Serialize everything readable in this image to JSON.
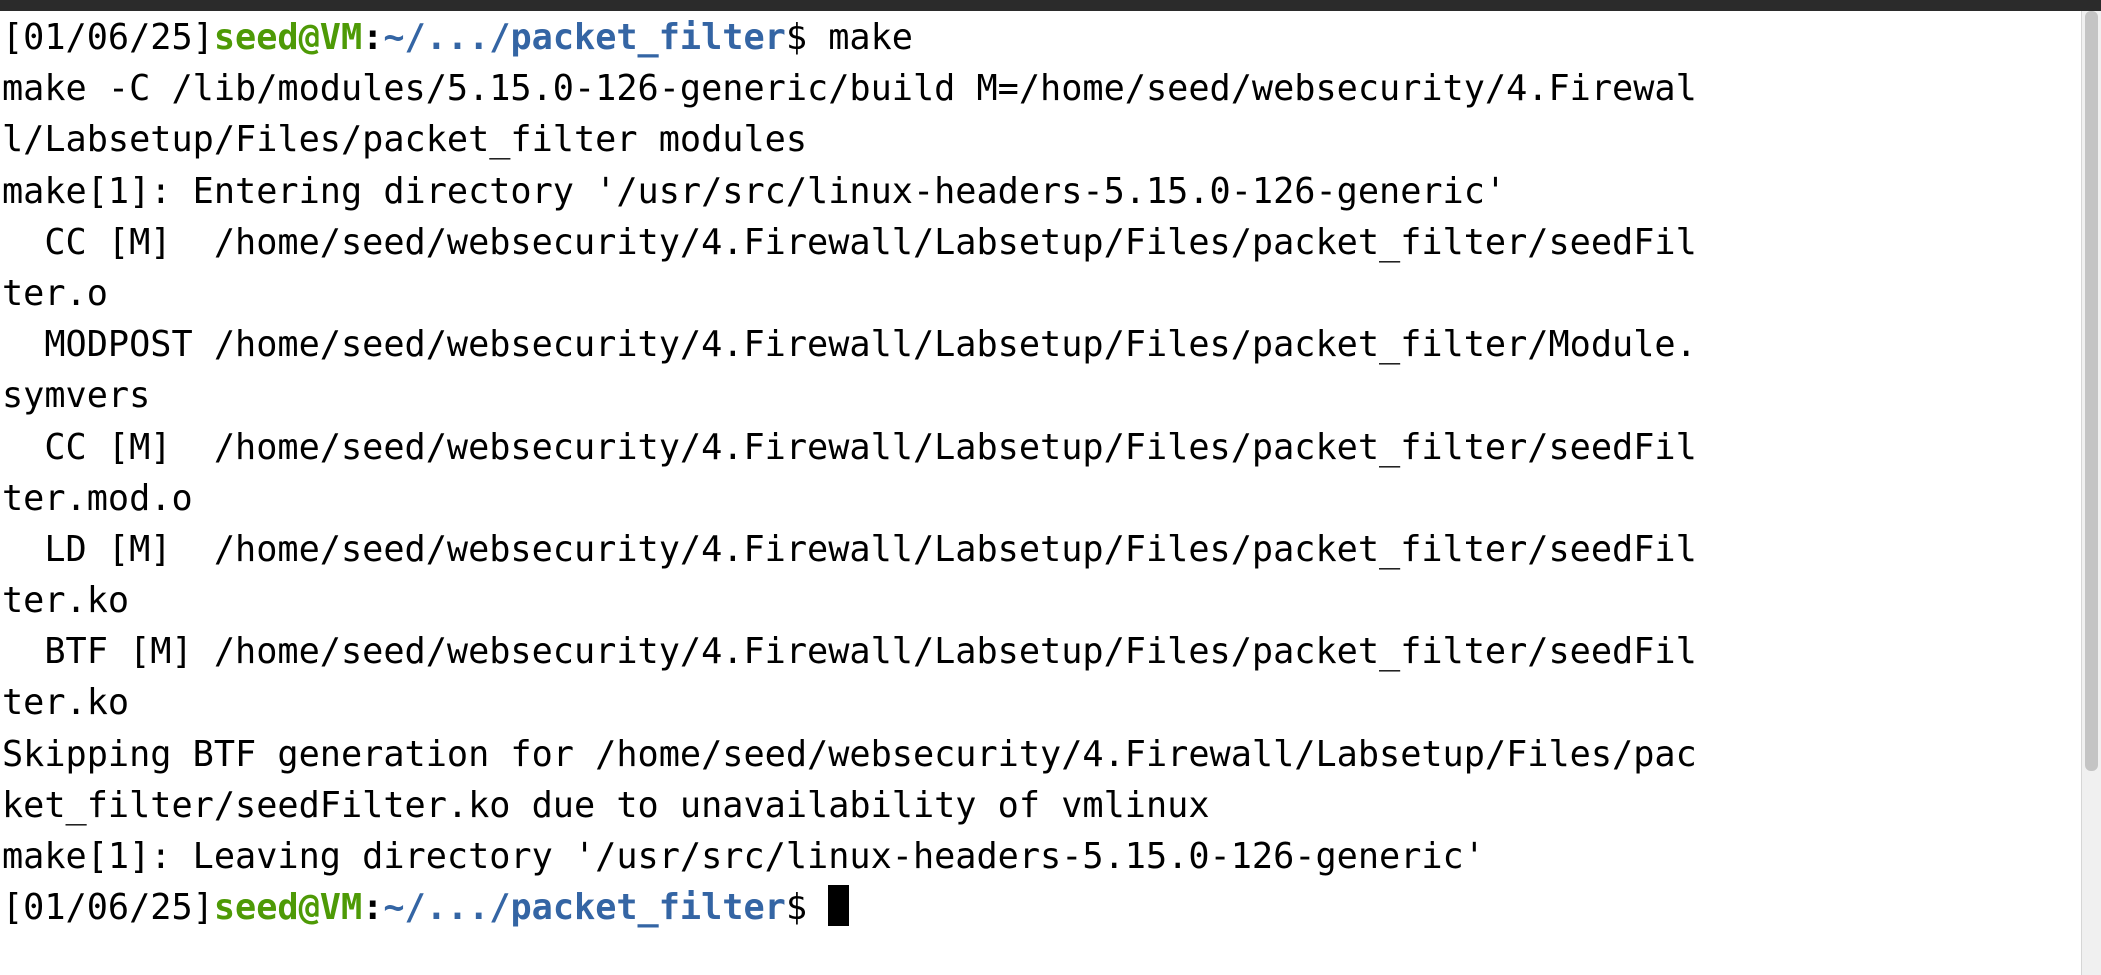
{
  "window": {
    "title_bar_color": "#2b2b2b",
    "background_color": "#ffffff",
    "foreground_color": "#000000"
  },
  "prompt_colors": {
    "timestamp": "#000000",
    "user_host": "#4e9a06",
    "path": "#3465a4"
  },
  "prompt": {
    "timestamp": "[01/06/25]",
    "user_host": "seed@VM",
    "colon": ":",
    "path": "~/.../packet_filter",
    "dollar": "$ "
  },
  "command": "make",
  "cursor": {
    "shape": "block",
    "color": "#000000"
  },
  "scrollbar": {
    "track_color": "#f0f0f0",
    "thumb_color": "#c4c4c4"
  },
  "output_lines": [
    "make -C /lib/modules/5.15.0-126-generic/build M=/home/seed/websecurity/4.Firewal",
    "l/Labsetup/Files/packet_filter modules",
    "make[1]: Entering directory '/usr/src/linux-headers-5.15.0-126-generic'",
    "  CC [M]  /home/seed/websecurity/4.Firewall/Labsetup/Files/packet_filter/seedFil",
    "ter.o",
    "  MODPOST /home/seed/websecurity/4.Firewall/Labsetup/Files/packet_filter/Module.",
    "symvers",
    "  CC [M]  /home/seed/websecurity/4.Firewall/Labsetup/Files/packet_filter/seedFil",
    "ter.mod.o",
    "  LD [M]  /home/seed/websecurity/4.Firewall/Labsetup/Files/packet_filter/seedFil",
    "ter.ko",
    "  BTF [M] /home/seed/websecurity/4.Firewall/Labsetup/Files/packet_filter/seedFil",
    "ter.ko",
    "Skipping BTF generation for /home/seed/websecurity/4.Firewall/Labsetup/Files/pac",
    "ket_filter/seedFilter.ko due to unavailability of vmlinux",
    "make[1]: Leaving directory '/usr/src/linux-headers-5.15.0-126-generic'"
  ]
}
